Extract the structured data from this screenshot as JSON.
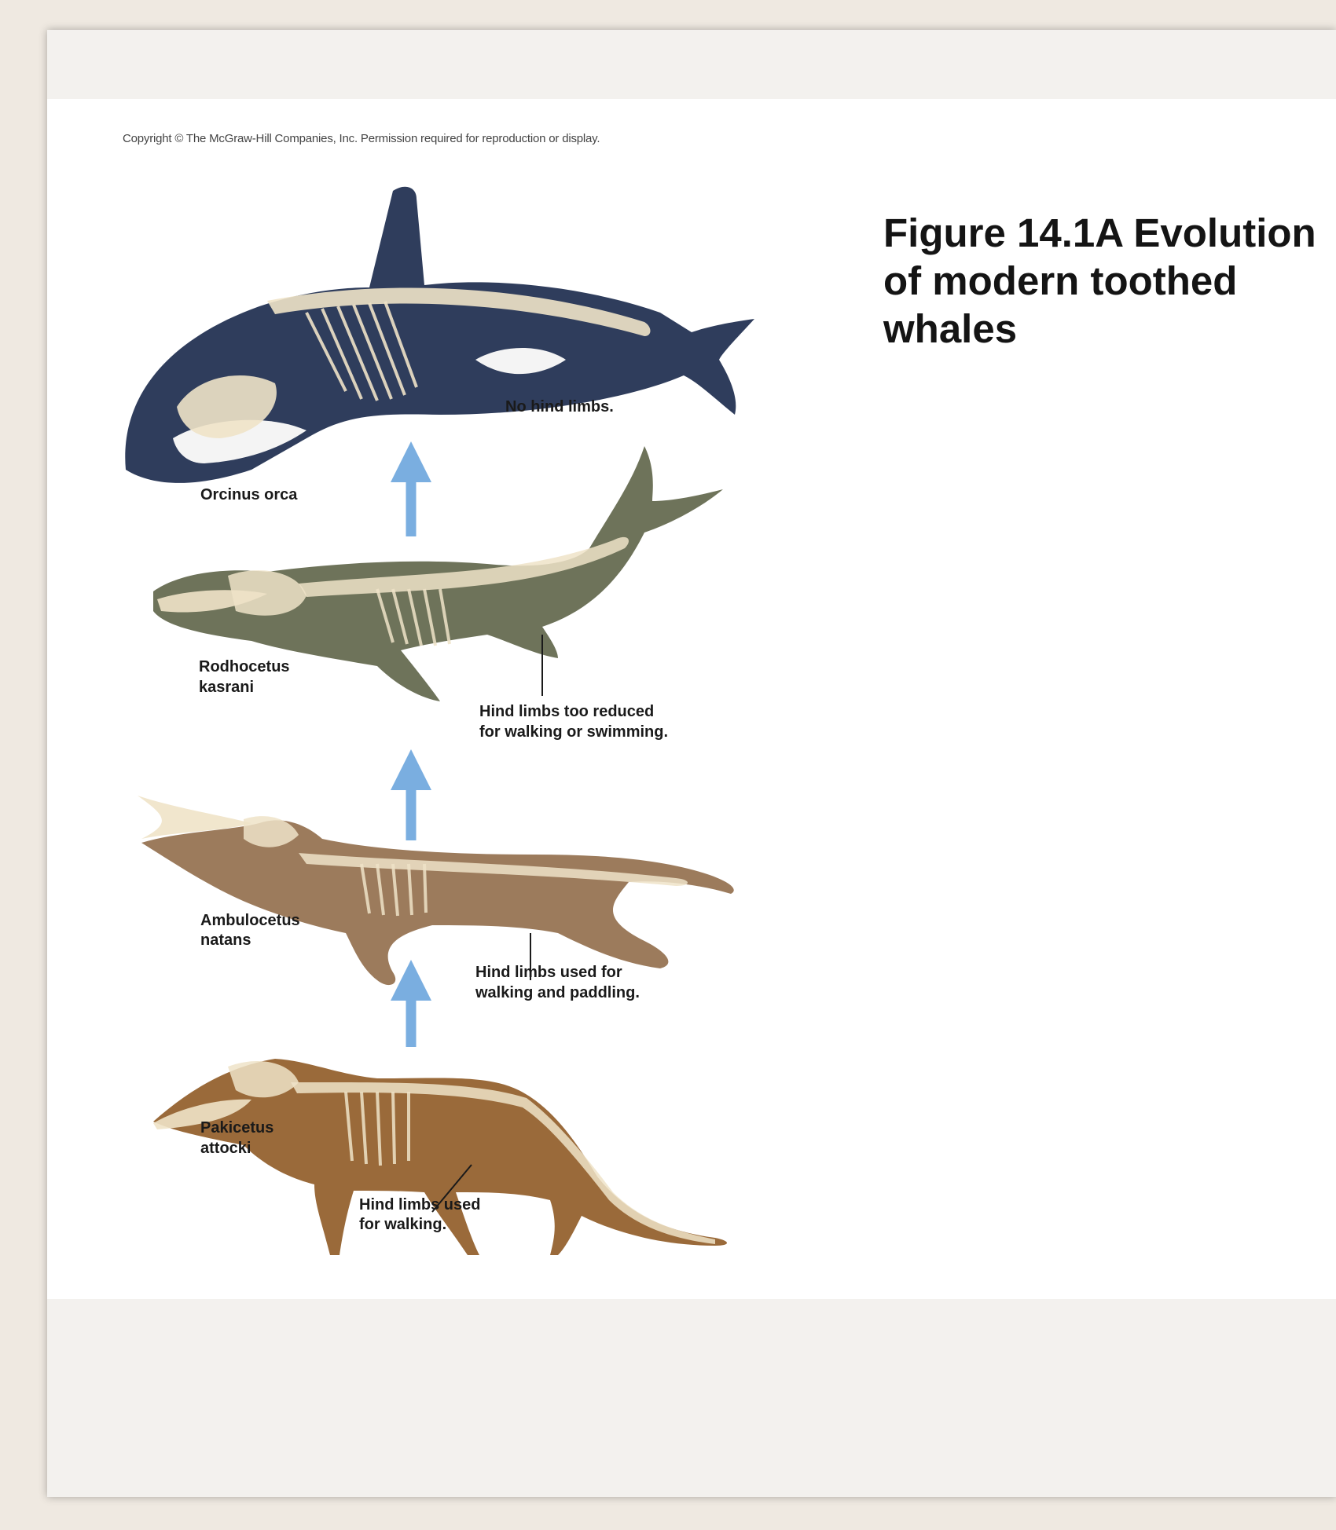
{
  "copyright": "Copyright © The McGraw-Hill Companies, Inc. Permission required for reproduction or display.",
  "title": {
    "lines": [
      "Figure 14.1A Evolution",
      "of modern toothed",
      "whales"
    ]
  },
  "species": {
    "orca": {
      "name": "Orcinus orca",
      "note": "No hind limbs."
    },
    "rodhocetus": {
      "name_lines": [
        "Rodhocetus",
        "kasrani"
      ],
      "note_lines": [
        "Hind limbs too reduced",
        "for walking or swimming."
      ]
    },
    "ambulocetus": {
      "name_lines": [
        "Ambulocetus",
        "natans"
      ],
      "note_lines": [
        "Hind limbs used for",
        "walking and paddling."
      ]
    },
    "pakicetus": {
      "name_lines": [
        "Pakicetus",
        "attocki"
      ],
      "note_lines": [
        "Hind limbs used",
        "for walking."
      ]
    }
  },
  "colors": {
    "arrow": "#7aaee0",
    "orca_body": "#2f3d5c",
    "rodhocetus_body": "#6e735a",
    "ambulocetus_body": "#9c7b5c",
    "pakicetus_body": "#9a6a3a",
    "bone": "#efe3c8"
  }
}
